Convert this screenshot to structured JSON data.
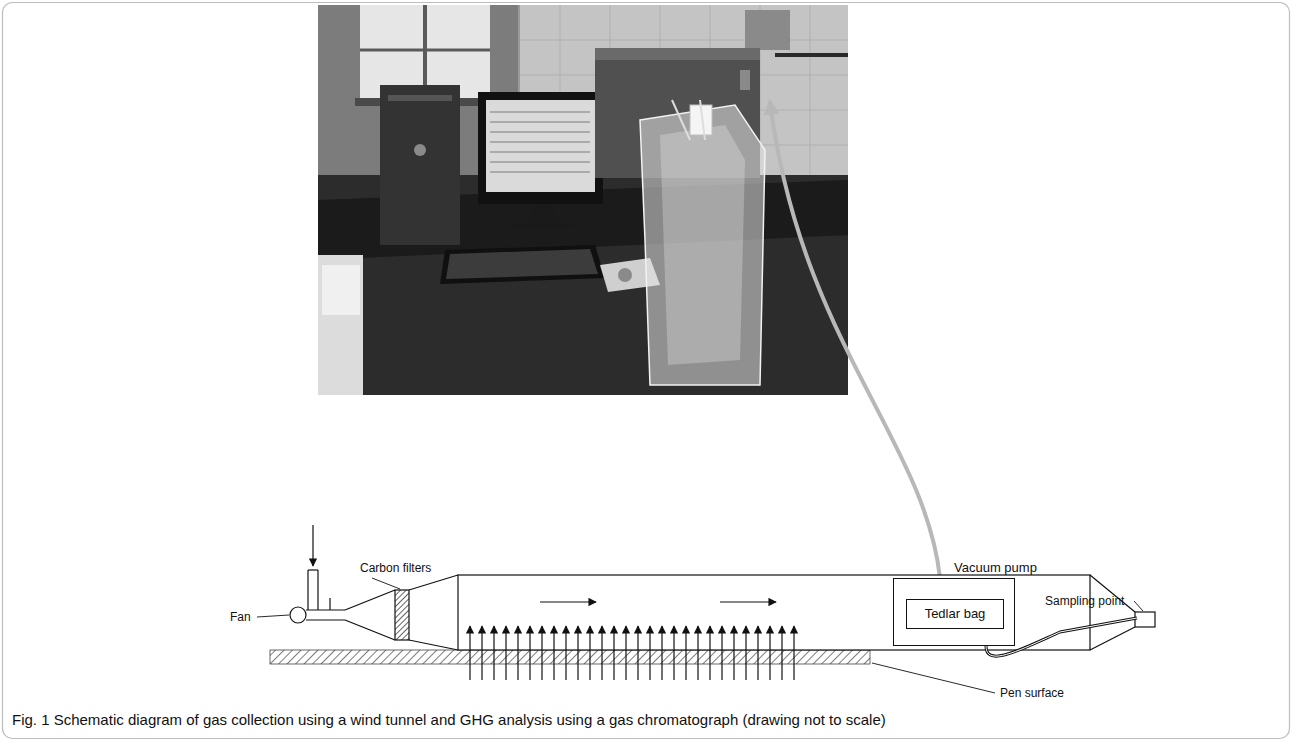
{
  "diagram": {
    "caption": "Fig. 1 Schematic diagram of gas collection using a wind tunnel and GHG analysis using a gas chromatograph (drawing not to scale)",
    "nodes": [
      {
        "text": [
          "Vacuum pump"
        ]
      },
      {
        "text": [
          "Tedlar bag"
        ],
        "in": 0
      }
    ],
    "labels": [
      "Fan",
      "Carbon filters",
      "Sampling point",
      "Pen surface"
    ]
  }
}
